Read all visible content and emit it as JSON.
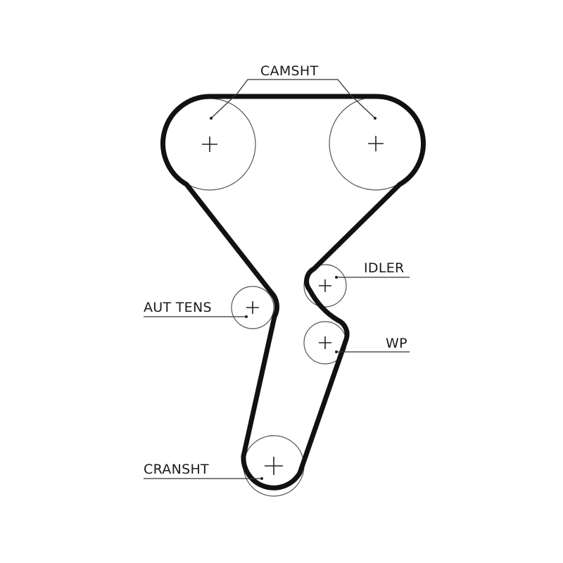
{
  "labels": {
    "camshaft": "CAMSHT",
    "idler": "IDLER",
    "auto_tensioner": "AUT TENS",
    "water_pump": "WP",
    "crankshaft": "CRANSHT"
  },
  "colors": {
    "belt": "#111111",
    "pulley_outline": "#555555",
    "text": "#1a1a1a",
    "background": "#ffffff"
  }
}
